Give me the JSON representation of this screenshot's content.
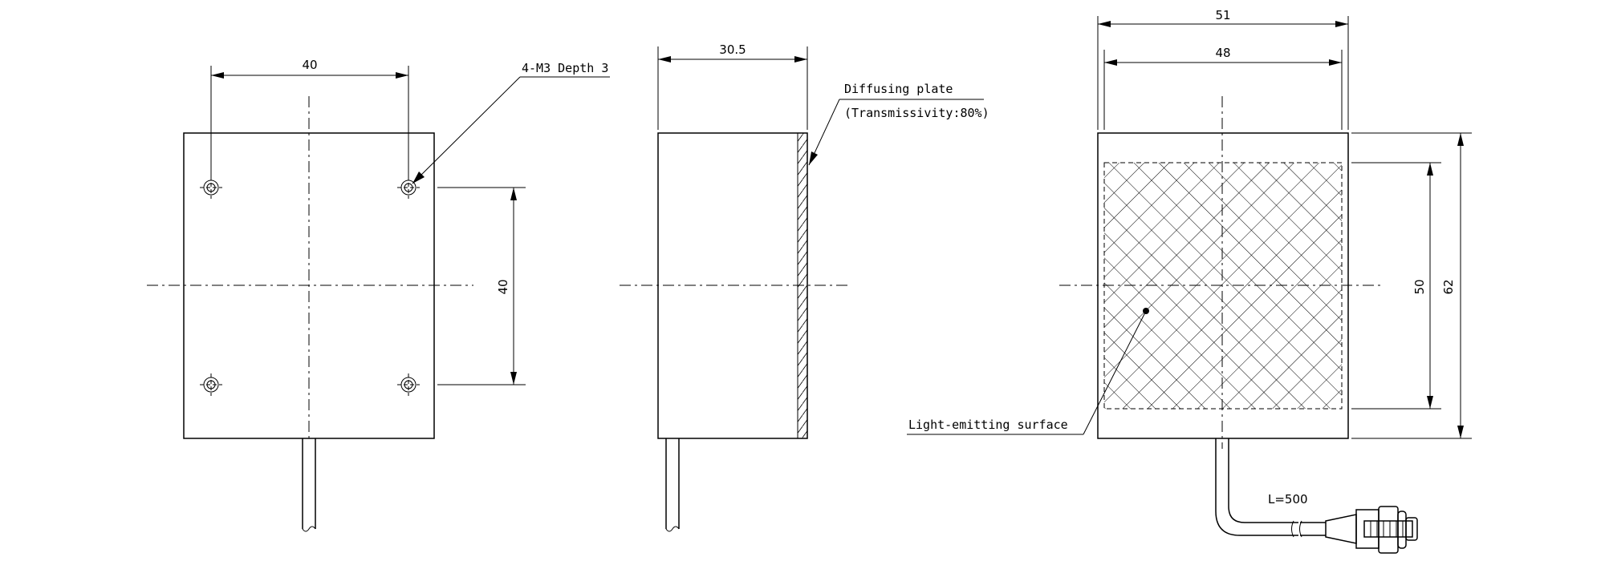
{
  "drawing": {
    "views": {
      "rear": {
        "dim_width": "40",
        "dim_height": "40",
        "hole_note": "4-M3 Depth 3"
      },
      "side": {
        "dim_depth": "30.5",
        "diffuser_note_line1": "Diffusing plate",
        "diffuser_note_line2": "(Transmissivity:80%)"
      },
      "front": {
        "dim_outer_width": "51",
        "dim_inner_width": "48",
        "dim_inner_height": "50",
        "dim_outer_height": "62",
        "surface_note": "Light-emitting surface",
        "cable_length": "L=500"
      }
    }
  }
}
